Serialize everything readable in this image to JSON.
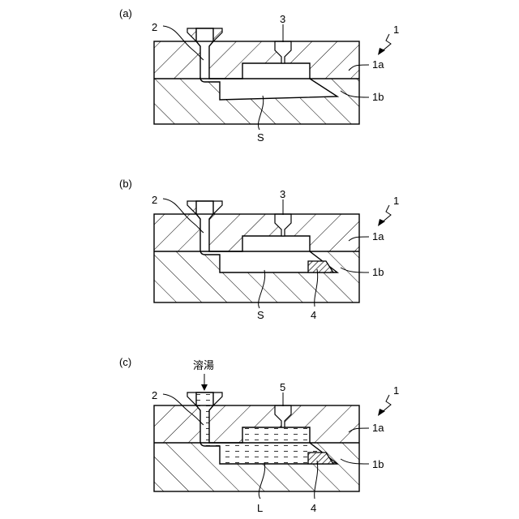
{
  "panels": [
    {
      "id": "a",
      "tag": "(a)",
      "labels": {
        "mold": "1",
        "upper": "1a",
        "lower": "1b",
        "gate": "2",
        "vent": "3",
        "bottom": "S"
      }
    },
    {
      "id": "b",
      "tag": "(b)",
      "labels": {
        "mold": "1",
        "upper": "1a",
        "lower": "1b",
        "gate": "2",
        "vent": "3",
        "bottom": "S",
        "insert": "4"
      }
    },
    {
      "id": "c",
      "tag": "(c)",
      "labels": {
        "mold": "1",
        "upper": "1a",
        "lower": "1b",
        "gate": "2",
        "vent": "5",
        "bottom": "L",
        "insert": "4",
        "pour": "溶湯"
      }
    }
  ]
}
